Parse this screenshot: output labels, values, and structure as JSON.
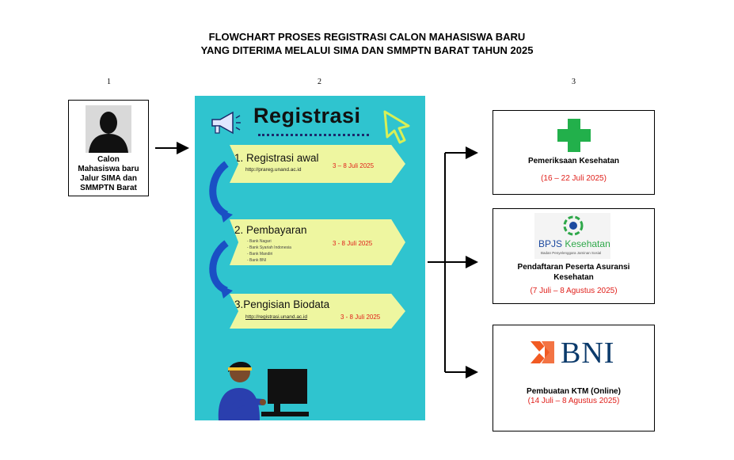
{
  "header": {
    "title_line1": "FLOWCHART PROSES REGISTRASI CALON MAHASISWA BARU",
    "title_line2": "YANG DITERIMA MELALUI SIMA DAN SMMPTN BARAT TAHUN 2025"
  },
  "steps": [
    "1",
    "2",
    "3"
  ],
  "applicant": {
    "label_lines": [
      "Calon",
      "Mahasiswa baru",
      "Jalur SIMA dan",
      "SMMPTN Barat"
    ]
  },
  "poster": {
    "title": "Registrasi",
    "items": [
      {
        "heading": "1. Registrasi awal",
        "url": "http://prareg.unand.ac.id",
        "date": "3 – 8 Juli 2025"
      },
      {
        "heading": "2. Pembayaran",
        "banks": [
          "- Bank Nagari",
          "- Bank Syariah Indonesia",
          "- Bank Mandiri",
          "- Bank BNI"
        ],
        "date": "3 - 8 Juli 2025"
      },
      {
        "heading": "3.Pengisian Biodata",
        "url": "http://registrasi.unand.ac.id",
        "date": "3 - 8 Juli 2025"
      }
    ]
  },
  "outcomes": [
    {
      "label": "Pemeriksaan Kesehatan",
      "date": "(16 – 22 Juli 2025)",
      "icon": "health-cross-icon"
    },
    {
      "label_lines": [
        "Pendaftaran Peserta Asuransi",
        "Kesehatan"
      ],
      "date": "(7 Juli – 8 Agustus 2025)",
      "logo": {
        "brand": "BPJS",
        "brand_suffix": "Kesehatan",
        "sub": "Badan Penyelenggara Jaminan Sosial"
      }
    },
    {
      "label": "Pembuatan KTM (Online)",
      "date": "(14 Juli – 8 Agustus 2025)",
      "logo": {
        "brand": "BNI"
      }
    }
  ],
  "colors": {
    "poster_bg": "#2fc4cf",
    "banner": "#eef6a0",
    "date_red": "#e0201b",
    "cross_green": "#22b04b",
    "bni_orange": "#f15a22",
    "bni_navy": "#0b3a6b"
  }
}
